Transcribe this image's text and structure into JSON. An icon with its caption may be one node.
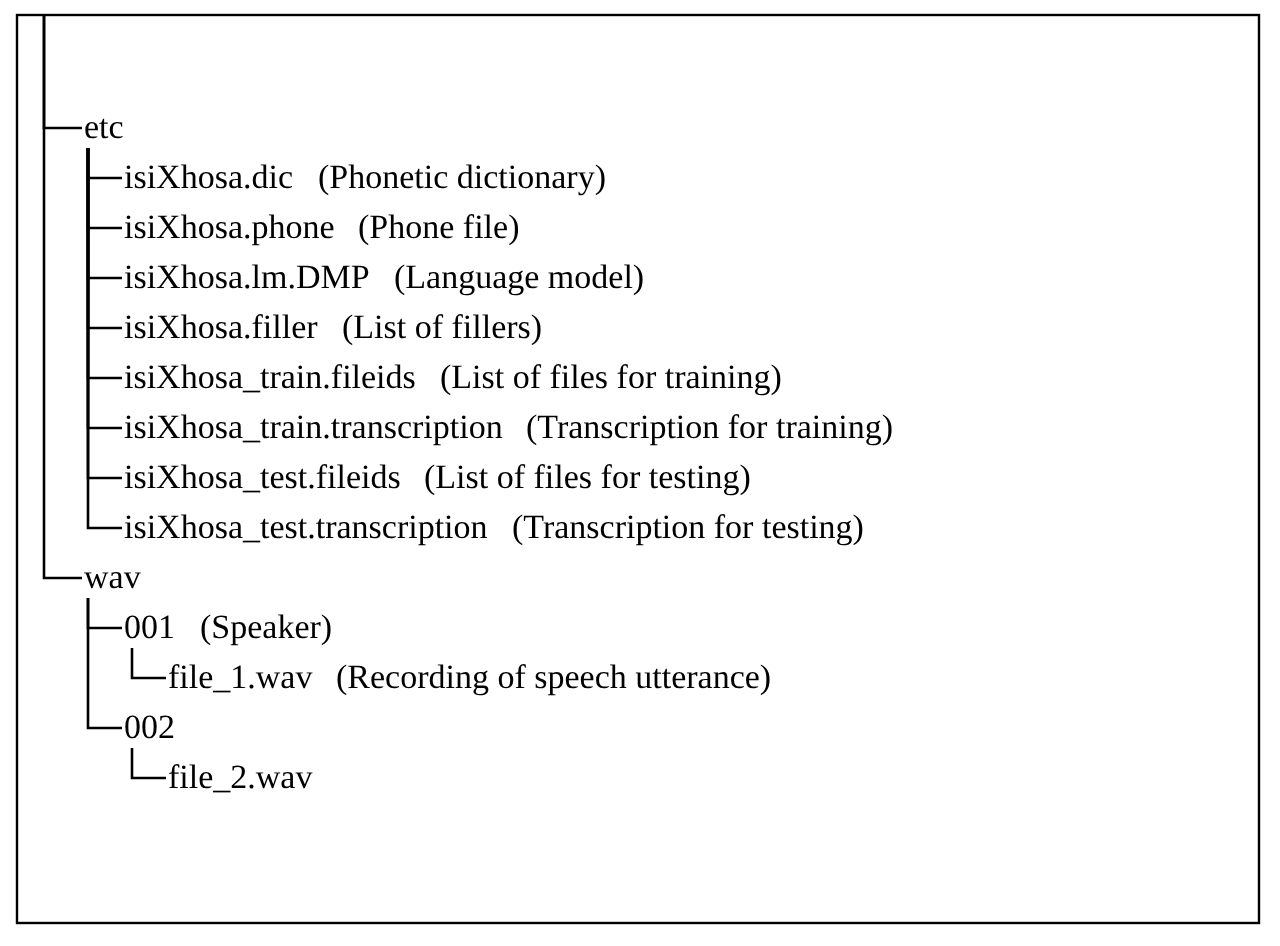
{
  "diagram": {
    "nodes": [
      {
        "text": [
          "etc"
        ]
      },
      {
        "text": [
          "isiXhosa.dic"
        ],
        "beside": [
          "(Phonetic dictionary)"
        ]
      },
      {
        "text": [
          "isiXhosa.phone"
        ],
        "beside": [
          "(Phone file)"
        ]
      },
      {
        "text": [
          "isiXhosa.lm.DMP"
        ],
        "beside": [
          "(Language model)"
        ]
      },
      {
        "text": [
          "isiXhosa.filler"
        ],
        "beside": [
          "(List of fillers)"
        ]
      },
      {
        "text": [
          "isiXhosa_train.fileids"
        ],
        "beside": [
          "(List of files for training)"
        ]
      },
      {
        "text": [
          "isiXhosa_train.transcription"
        ],
        "beside": [
          "(Transcription for training)"
        ]
      },
      {
        "text": [
          "isiXhosa_test.fileids"
        ],
        "beside": [
          "(List of files for testing)"
        ]
      },
      {
        "text": [
          "isiXhosa_test.transcription"
        ],
        "beside": [
          "(Transcription for testing)"
        ]
      },
      {
        "text": [
          "wav"
        ]
      },
      {
        "text": [
          "001"
        ],
        "beside": [
          "(Speaker)"
        ]
      },
      {
        "text": [
          "file_1.wav"
        ],
        "beside": [
          "(Recording of speech utterance)"
        ]
      },
      {
        "text": [
          "002"
        ]
      },
      {
        "text": [
          "file_2.wav"
        ]
      }
    ],
    "edges": [
      {
        "from": null,
        "to": 0,
        "arrow": "none"
      },
      {
        "from": 0,
        "to": 1,
        "arrow": "none"
      },
      {
        "from": 0,
        "to": 2,
        "arrow": "none"
      },
      {
        "from": 0,
        "to": 3,
        "arrow": "none"
      },
      {
        "from": 0,
        "to": 4,
        "arrow": "none"
      },
      {
        "from": 0,
        "to": 5,
        "arrow": "none"
      },
      {
        "from": 0,
        "to": 6,
        "arrow": "none"
      },
      {
        "from": 0,
        "to": 7,
        "arrow": "none"
      },
      {
        "from": 0,
        "to": 8,
        "arrow": "none"
      },
      {
        "from": null,
        "to": 9,
        "arrow": "none"
      },
      {
        "from": 9,
        "to": 10,
        "arrow": "none"
      },
      {
        "from": 10,
        "to": 11,
        "arrow": "none"
      },
      {
        "from": 9,
        "to": 12,
        "arrow": "none"
      },
      {
        "from": 12,
        "to": 13,
        "arrow": "none"
      }
    ]
  }
}
